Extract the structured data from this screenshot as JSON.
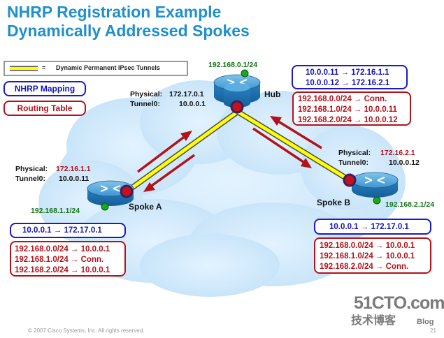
{
  "title": {
    "line1": "NHRP Registration Example",
    "line2": "Dynamically Addressed Spokes"
  },
  "legend": {
    "tunnel_label": "Dynamic Permanent IPsec Tunnels",
    "nhrp_mapping": "NHRP Mapping",
    "routing_table": "Routing Table"
  },
  "hub": {
    "name": "Hub",
    "subnet": "192.168.0.1/24",
    "physical_label": "Physical:",
    "physical_value": "172.17.0.1",
    "tunnel_label": "Tunnel0:",
    "tunnel_value": "10.0.0.1",
    "nhrp": [
      "10.0.0.11 → 172.16.1.1",
      "10.0.0.12 → 172.16.2.1"
    ],
    "routes": [
      "192.168.0.0/24 → Conn.",
      "192.168.1.0/24 → 10.0.0.11",
      "192.168.2.0/24 → 10.0.0.12"
    ]
  },
  "spoke_a": {
    "name": "Spoke A",
    "subnet": "192.168.1.1/24",
    "physical_label": "Physical:",
    "physical_value": "172.16.1.1",
    "tunnel_label": "Tunnel0:",
    "tunnel_value": "10.0.0.11",
    "nhrp": [
      "10.0.0.1 → 172.17.0.1"
    ],
    "routes": [
      "192.168.0.0/24 → 10.0.0.1",
      "192.168.1.0/24 → Conn.",
      "192.168.2.0/24 → 10.0.0.1"
    ]
  },
  "spoke_b": {
    "name": "Spoke B",
    "subnet": "192.168.2.1/24",
    "physical_label": "Physical:",
    "physical_value": "172.16.2.1",
    "tunnel_label": "Tunnel0:",
    "tunnel_value": "10.0.0.12",
    "nhrp": [
      "10.0.0.1 → 172.17.0.1"
    ],
    "routes": [
      "192.168.0.0/24 → 10.0.0.1",
      "192.168.1.0/24 → 10.0.0.1",
      "192.168.2.0/24 → Conn."
    ]
  },
  "footer": {
    "copyright": "© 2007 Cisco Systems, Inc. All rights reserved.",
    "page": "21"
  },
  "watermark": {
    "site": "51CTO.com",
    "tagline": "技术博客",
    "blog": "Blog"
  },
  "colors": {
    "title": "#1f8fcc",
    "route_red": "#b3121a",
    "nhrp_blue": "#1515b6",
    "subnet_green": "#17751a",
    "tunnel_yellow": "#ffff00",
    "cloud": "#cde8fb"
  }
}
